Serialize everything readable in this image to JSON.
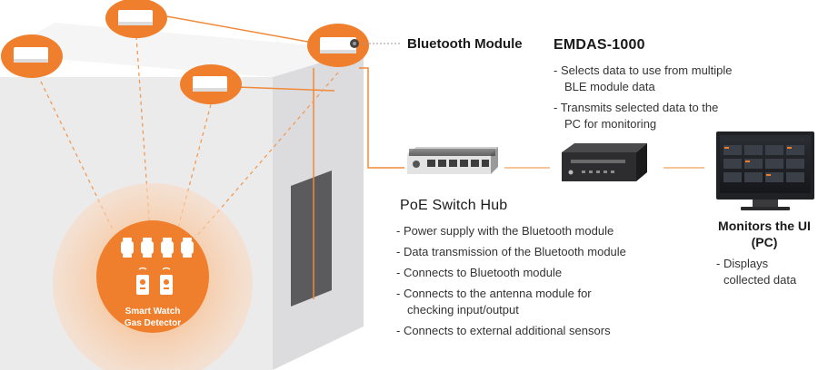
{
  "colors": {
    "accent": "#f07f2d",
    "accent_dark": "#e2671a",
    "glow": "#fbd6b7",
    "room_front": "#ededee",
    "room_side": "#dcdddf",
    "room_top": "#f6f6f7",
    "panel": "#5a5a5c"
  },
  "icons": {
    "sensor_module": "bluetooth-sensor-module-icon",
    "smart_watch": "smart-watch-icon",
    "gas_detector": "gas-detector-icon",
    "poe_switch": "poe-switch-hub-icon",
    "emdas_device": "emdas-1000-device-icon",
    "monitor": "pc-monitor-icon"
  },
  "bluetooth_module": {
    "label": "Bluetooth Module"
  },
  "wearables": {
    "label_line1": "Smart Watch",
    "label_line2": "Gas Detector"
  },
  "emdas": {
    "title": "EMDAS-1000",
    "items": [
      [
        "- Selects data to use from multiple",
        "BLE module data"
      ],
      [
        "- Transmits selected data to the",
        "PC for monitoring"
      ]
    ]
  },
  "poe_hub": {
    "title": "PoE Switch Hub",
    "items": [
      [
        "- Power supply with the Bluetooth module"
      ],
      [
        "- Data transmission of the Bluetooth module"
      ],
      [
        "- Connects to Bluetooth module"
      ],
      [
        "- Connects to the antenna module for",
        "checking input/output"
      ],
      [
        "- Connects to external additional sensors"
      ]
    ]
  },
  "monitor": {
    "title_line1": "Monitors the UI",
    "title_line2": "(PC)",
    "items": [
      [
        "- Displays",
        "collected data"
      ]
    ]
  }
}
